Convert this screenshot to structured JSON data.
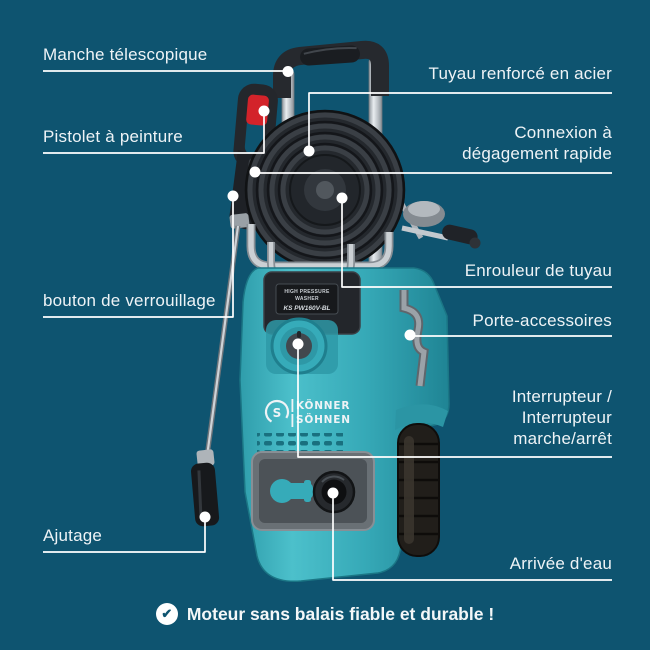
{
  "page": {
    "background_color": "#0e5470"
  },
  "callouts": [
    {
      "id": "manche-telescopique",
      "label": "Manche télescopique",
      "side": "left"
    },
    {
      "id": "pistolet-a-peinture",
      "label": "Pistolet à peinture",
      "side": "left"
    },
    {
      "id": "bouton-de-verrouillage",
      "label": "bouton de verrouillage",
      "side": "left"
    },
    {
      "id": "ajutage",
      "label": "Ajutage",
      "side": "left"
    },
    {
      "id": "tuyau-renforce",
      "label": "Tuyau renforcé en acier",
      "side": "right"
    },
    {
      "id": "connexion-rapide",
      "label": "Connexion à dégagement rapide",
      "side": "right"
    },
    {
      "id": "enrouleur-de-tuyau",
      "label": "Enrouleur de tuyau",
      "side": "right"
    },
    {
      "id": "porte-accessoires",
      "label": "Porte-accessoires",
      "side": "right"
    },
    {
      "id": "interrupteur",
      "label": "Interrupteur / Interrupteur marche/arrêt",
      "side": "right"
    },
    {
      "id": "arrivee-d-eau",
      "label": "Arrivée d'eau",
      "side": "right"
    }
  ],
  "product": {
    "brand_top": "KÖNNER",
    "brand_bottom": "SÖHNEN",
    "logo_monogram": "S",
    "plate_line1": "HIGH PRESSURE",
    "plate_line2": "WASHER",
    "plate_model": "KS PW160V-BL",
    "colors": {
      "body_teal": "#36abb9",
      "trigger_red": "#d3232a",
      "hose_dark": "#2b2f34",
      "frame_aluminium": "#cbd0d4"
    }
  },
  "annotation": {
    "line_color": "#ffffff",
    "label_color": "#eef3f6"
  },
  "footer": {
    "icon": "check-icon",
    "check_glyph": "✔",
    "text": "Moteur sans balais fiable et durable !"
  }
}
